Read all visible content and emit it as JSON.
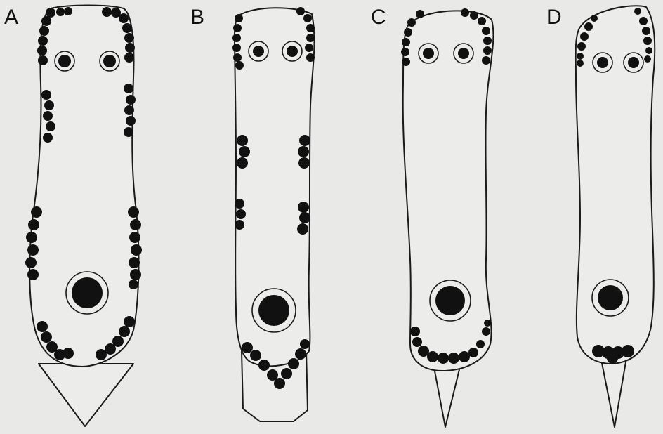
{
  "colors": {
    "background": "#e9e9e7",
    "ink": "#111111",
    "fill": "#ececea"
  },
  "panels": [
    {
      "id": "A",
      "label": "A"
    },
    {
      "id": "B",
      "label": "B"
    },
    {
      "id": "C",
      "label": "C"
    },
    {
      "id": "D",
      "label": "D"
    }
  ]
}
